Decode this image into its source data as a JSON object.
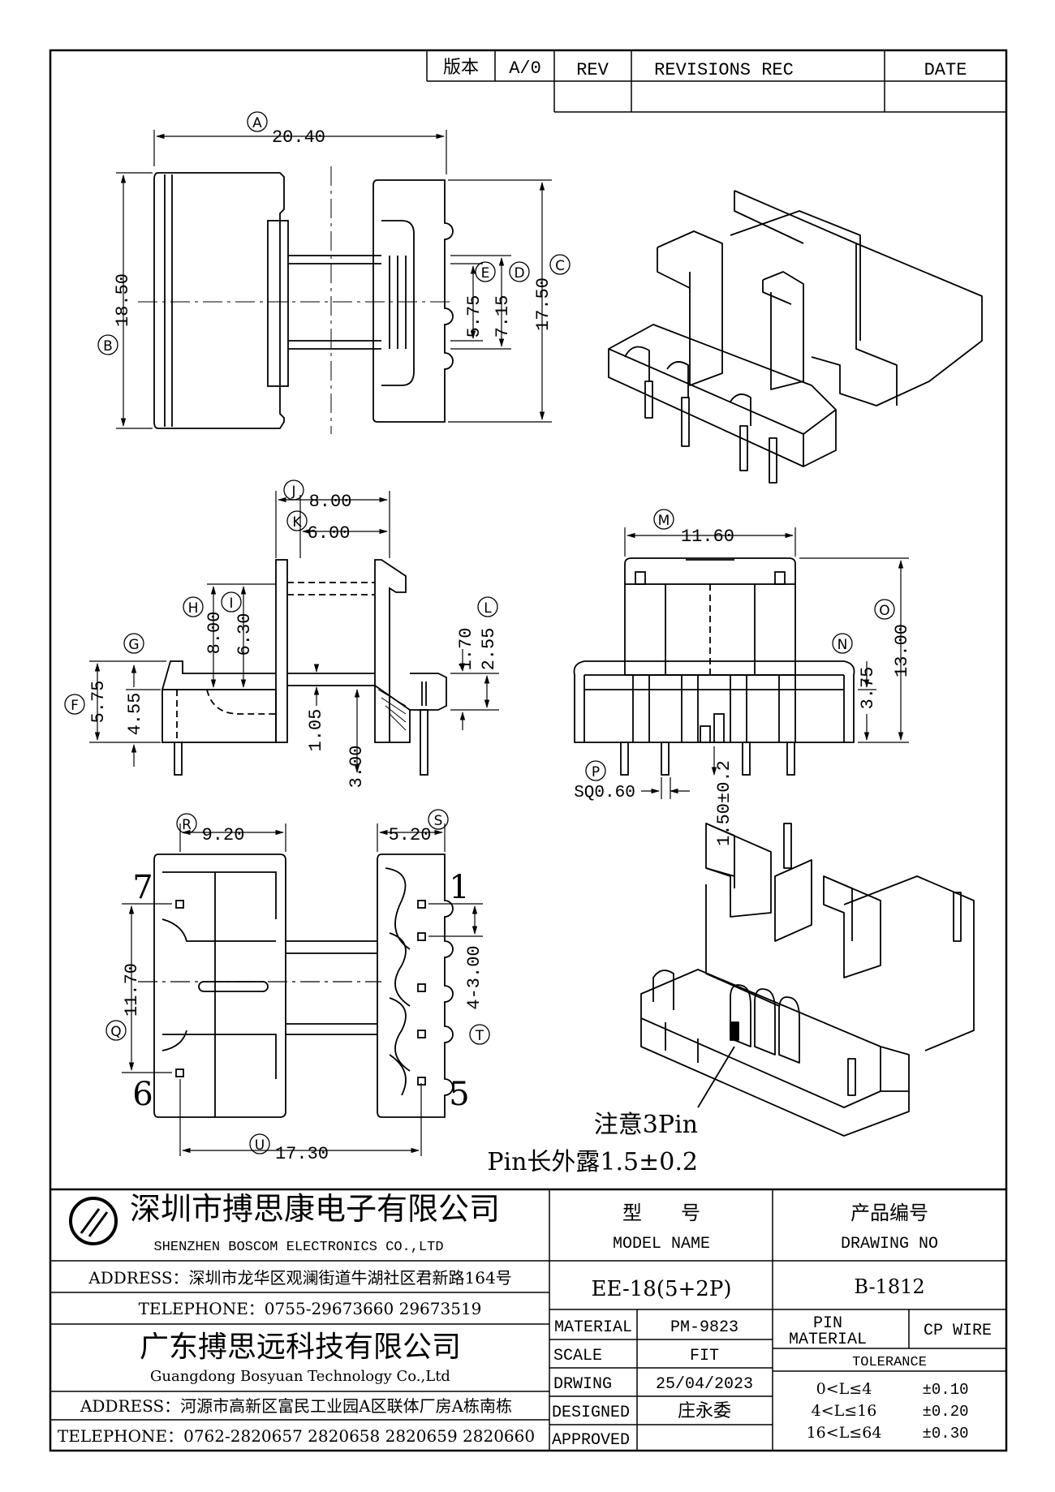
{
  "revision_block": {
    "version_label": "版本",
    "version_value": "A/0",
    "rev_label": "REV",
    "revisions_label": "REVISIONS REC",
    "date_label": "DATE"
  },
  "dimensions": {
    "A": {
      "letter": "A",
      "value": "20.40"
    },
    "B": {
      "letter": "B",
      "value": "18.50"
    },
    "C": {
      "letter": "C",
      "value": "17.50"
    },
    "D": {
      "letter": "D",
      "value": "7.15"
    },
    "E": {
      "letter": "E",
      "value": "5.75"
    },
    "F": {
      "letter": "F",
      "value": "5.75"
    },
    "G": {
      "letter": "G",
      "value": "4.55"
    },
    "H": {
      "letter": "H",
      "value": "8.00"
    },
    "I": {
      "letter": "I",
      "value": "6.30"
    },
    "J": {
      "letter": "J",
      "value": "8.00"
    },
    "K": {
      "letter": "K",
      "value": "6.00"
    },
    "L": {
      "letter": "L",
      "value": "2.55"
    },
    "L2": {
      "value": "1.70"
    },
    "M": {
      "letter": "M",
      "value": "11.60"
    },
    "N": {
      "letter": "N",
      "value": "3.75"
    },
    "O": {
      "letter": "O",
      "value": "13.00"
    },
    "P": {
      "letter": "P",
      "value": "SQ0.60"
    },
    "Q": {
      "letter": "Q",
      "value": "11.70"
    },
    "R": {
      "letter": "R",
      "value": "9.20"
    },
    "S": {
      "letter": "S",
      "value": "5.20"
    },
    "T": {
      "letter": "T",
      "value": "4-3.00"
    },
    "U": {
      "letter": "U",
      "value": "17.30"
    },
    "misc_105": "1.05",
    "misc_300": "3.00",
    "pin_len": "1.50±0.2"
  },
  "pin_numbers": {
    "p1": "1",
    "p5": "5",
    "p6": "6",
    "p7": "7"
  },
  "notes": {
    "line1": "注意3Pin",
    "line2": "Pin长外露1.5±0.2"
  },
  "title_block": {
    "company_cn": "深圳市搏思康电子有限公司",
    "company_en": "SHENZHEN BOSCOM ELECTRONICS CO.,LTD",
    "address1": "ADDRESS：深圳市龙华区观澜街道牛湖社区君新路164号",
    "telephone1": "TELEPHONE：0755-29673660 29673519",
    "company2_cn": "广东搏思远科技有限公司",
    "company2_en": "Guangdong Bosyuan Technology Co.,Ltd",
    "address2": "ADDRESS：河源市高新区富民工业园A区联体厂房A栋南栋",
    "telephone2": "TELEPHONE：0762-2820657 2820658 2820659 2820660",
    "model_label_cn": "型　　号",
    "model_label_en": "MODEL NAME",
    "model_value": "EE-18(5+2P)",
    "drawing_label_cn": "产品编号",
    "drawing_label_en": "DRAWING NO",
    "drawing_value": "B-1812",
    "material_label": "MATERIAL",
    "material_value": "PM-9823",
    "scale_label": "SCALE",
    "scale_value": "FIT",
    "drwing_label": "DRWING",
    "drwing_value": "25/04/2023",
    "designed_label": "DESIGNED",
    "designed_value": "庄永委",
    "approved_label": "APPROVED",
    "approved_value": "",
    "pin_material_label1": "PIN",
    "pin_material_label2": "MATERIAL",
    "pin_material_value": "CP WIRE",
    "tolerance_label": "TOLERANCE",
    "tolerances": [
      {
        "range": "0<L≤4",
        "value": "±0.10"
      },
      {
        "range": "4<L≤16",
        "value": "±0.20"
      },
      {
        "range": "16<L≤64",
        "value": "±0.30"
      }
    ]
  }
}
